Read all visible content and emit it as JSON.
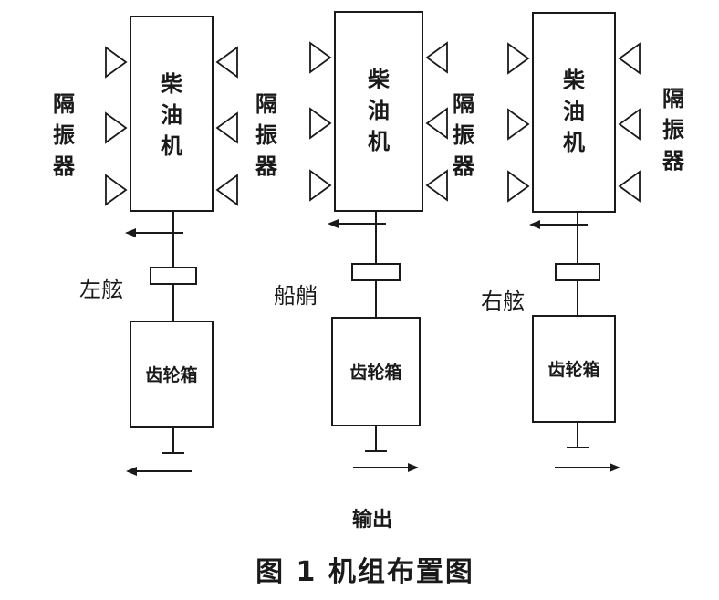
{
  "units": [
    {
      "id": "left",
      "engine": "柴\n油\n机",
      "side_label": "左舷",
      "gearbox": "齿轮箱",
      "isolator_left": "隔\n振\n器",
      "isolator_right": "",
      "top_arrow": "left",
      "bottom_arrow": "left"
    },
    {
      "id": "center",
      "engine": "柴\n油\n机",
      "side_label": "船艄",
      "gearbox": "齿轮箱",
      "isolator_left": "隔\n振\n器",
      "isolator_right": "",
      "top_arrow": "left",
      "bottom_arrow": "right"
    },
    {
      "id": "right",
      "engine": "柴\n油\n机",
      "side_label": "右舷",
      "gearbox": "齿轮箱",
      "isolator_left": "隔\n振\n器",
      "isolator_right": "隔\n振\n器",
      "top_arrow": "left",
      "bottom_arrow": "right"
    }
  ],
  "output_label": "输出",
  "caption": "图 1  机组布置图"
}
